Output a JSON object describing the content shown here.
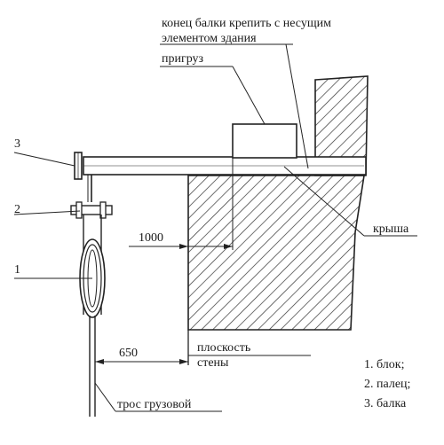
{
  "labels": {
    "beam_end_line1": "конец балки крепить с несущим",
    "beam_end_line2": "элементом здания",
    "counterweight": "пригруз",
    "roof": "крыша",
    "wall_plane_line1": "плоскость",
    "wall_plane_line2": "стены",
    "cargo_rope": "трос грузовой"
  },
  "dimensions": {
    "overhang": "1000",
    "offset_from_wall": "650"
  },
  "callouts": [
    "1",
    "2",
    "3"
  ],
  "legend": [
    "1. блок;",
    "2. палец;",
    "3. балка"
  ]
}
